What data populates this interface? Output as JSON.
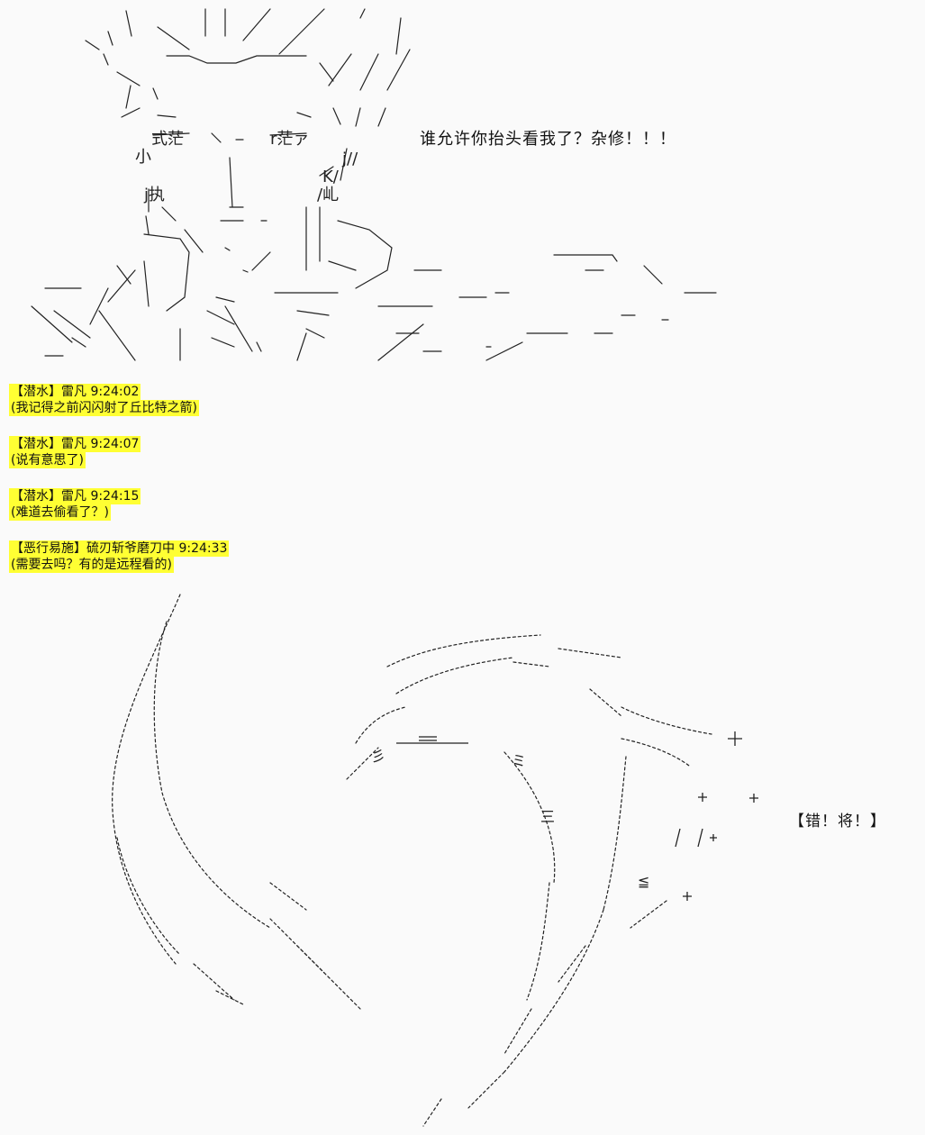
{
  "speech": {
    "top_line": "谁允许你抬头看我了？杂修！！！",
    "bottom_line": "【错！将！】"
  },
  "chat": [
    {
      "header": "【潜水】雷凡 9:24:02",
      "message": "(我记得之前闪闪射了丘比特之箭)"
    },
    {
      "header": "【潜水】雷凡 9:24:07",
      "message": "(说有意思了)"
    },
    {
      "header": "【潜水】雷凡 9:24:15",
      "message": "(难道去偷看了？)"
    },
    {
      "header": "【恶行易施】硫刃斩爷磨刀中 9:24:33",
      "message": "(需要去吗？有的是远程看的)"
    }
  ],
  "art": {
    "top_figure_glyphs": [
      "式茫",
      "r茫ァ",
      "小",
      "j//",
      "j执",
      "/乢",
      "K/"
    ],
    "bottom_figure_glyphs": [
      "彡",
      "三",
      "≦",
      "ミ"
    ]
  },
  "colors": {
    "background": "#fafafa",
    "highlight": "#ffff33",
    "ink": "#111111"
  }
}
